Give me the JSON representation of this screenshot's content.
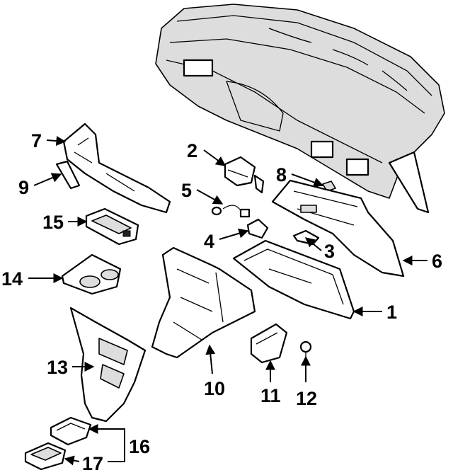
{
  "callouts": [
    {
      "id": "1",
      "label": "1"
    },
    {
      "id": "2",
      "label": "2"
    },
    {
      "id": "3",
      "label": "3"
    },
    {
      "id": "4",
      "label": "4"
    },
    {
      "id": "5",
      "label": "5"
    },
    {
      "id": "6",
      "label": "6"
    },
    {
      "id": "7",
      "label": "7"
    },
    {
      "id": "8",
      "label": "8"
    },
    {
      "id": "9",
      "label": "9"
    },
    {
      "id": "10",
      "label": "10"
    },
    {
      "id": "11",
      "label": "11"
    },
    {
      "id": "12",
      "label": "12"
    },
    {
      "id": "13",
      "label": "13"
    },
    {
      "id": "14",
      "label": "14"
    },
    {
      "id": "15",
      "label": "15"
    },
    {
      "id": "16",
      "label": "16"
    },
    {
      "id": "17",
      "label": "17"
    }
  ],
  "colors": {
    "stroke": "#000000",
    "background": "#ffffff",
    "shade": "#dddddd"
  }
}
